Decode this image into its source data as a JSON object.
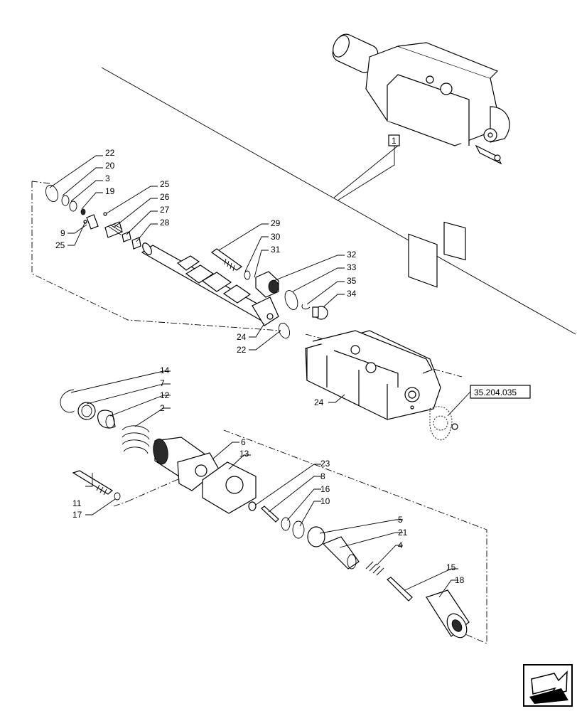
{
  "diagram": {
    "reference_label": "35.204.035",
    "assembly_callout": "1",
    "callouts": {
      "c22a": "22",
      "c20": "20",
      "c3": "3",
      "c19": "19",
      "c9": "9",
      "c25a": "25",
      "c25b": "25",
      "c26": "26",
      "c27": "27",
      "c28": "28",
      "c29": "29",
      "c30": "30",
      "c31": "31",
      "c32": "32",
      "c33": "33",
      "c35": "35",
      "c34": "34",
      "c24a": "24",
      "c22b": "22",
      "c24b": "24",
      "c14": "14",
      "c7": "7",
      "c12": "12",
      "c2": "2",
      "c6": "6",
      "c13": "13",
      "c11": "11",
      "c17": "17",
      "c23": "23",
      "c8": "8",
      "c16": "16",
      "c10": "10",
      "c5": "5",
      "c21": "21",
      "c4": "4",
      "c15": "15",
      "c18": "18"
    },
    "nav_icon": "next-page-arrow-icon"
  }
}
